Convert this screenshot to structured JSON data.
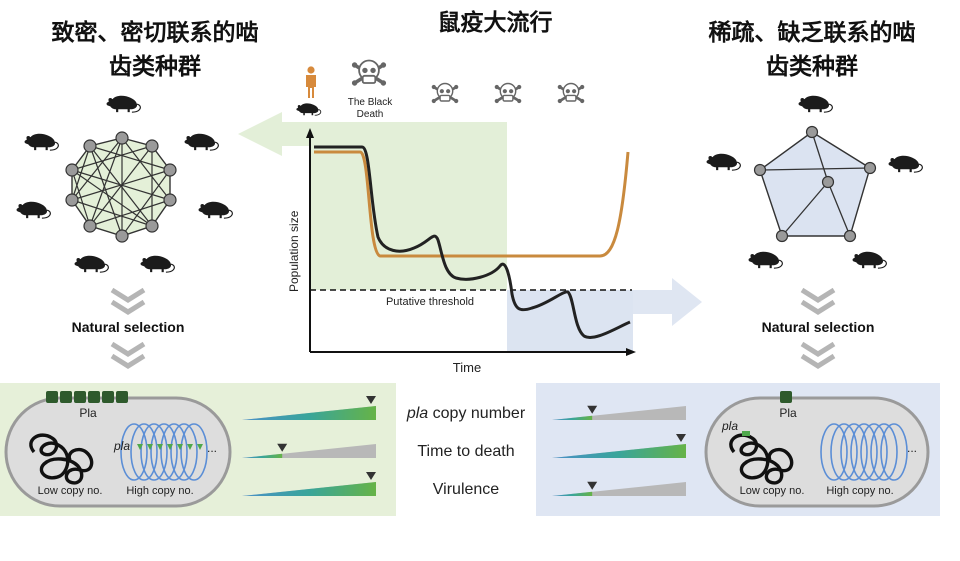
{
  "titles": {
    "left": "致密、密切联系的啮齿类种群",
    "left_line1": "致密、密切联系的啮",
    "left_line2": "齿类种群",
    "center": "鼠疫大流行",
    "right": "稀疏、缺乏联系的啮齿类种群",
    "right_line1": "稀疏、缺乏联系的啮",
    "right_line2": "齿类种群"
  },
  "pandemic_label_line1": "The Black",
  "pandemic_label_line2": "Death",
  "chart": {
    "ylabel": "Population size",
    "xlabel": "Time",
    "threshold_label": "Putative threshold"
  },
  "selection": {
    "left": "Natural selection",
    "right": "Natural selection"
  },
  "cell": {
    "protein": "Pla",
    "gene": "pla",
    "ellipsis": "...",
    "low": "Low copy no.",
    "high": "High copy no."
  },
  "traits": {
    "copy_gene": "pla",
    "copy_rest": " copy number",
    "time_to_death": "Time to death",
    "virulence": "Virulence"
  },
  "colors": {
    "human_line": "#c98a3e",
    "rodent_line": "#222222",
    "green_shade": "#e3efd8",
    "blue_shade": "#dbe3f1",
    "panel_left": "#e6f0d9",
    "panel_right": "#dfe6f3",
    "pla_green": "#2e5a2c"
  },
  "icons": [
    "human-icon",
    "rat-icon",
    "skull-crossbones-icon",
    "chevron-down-icon",
    "arrow-left-icon",
    "arrow-right-icon",
    "network-icon",
    "plasmid-icon",
    "triangle-marker-icon"
  ],
  "gauges": {
    "left": {
      "pla_copy_number": 1.0,
      "time_to_death": 0.3,
      "virulence": 1.0
    },
    "right": {
      "pla_copy_number": 0.3,
      "time_to_death": 1.0,
      "virulence": 0.3
    }
  }
}
